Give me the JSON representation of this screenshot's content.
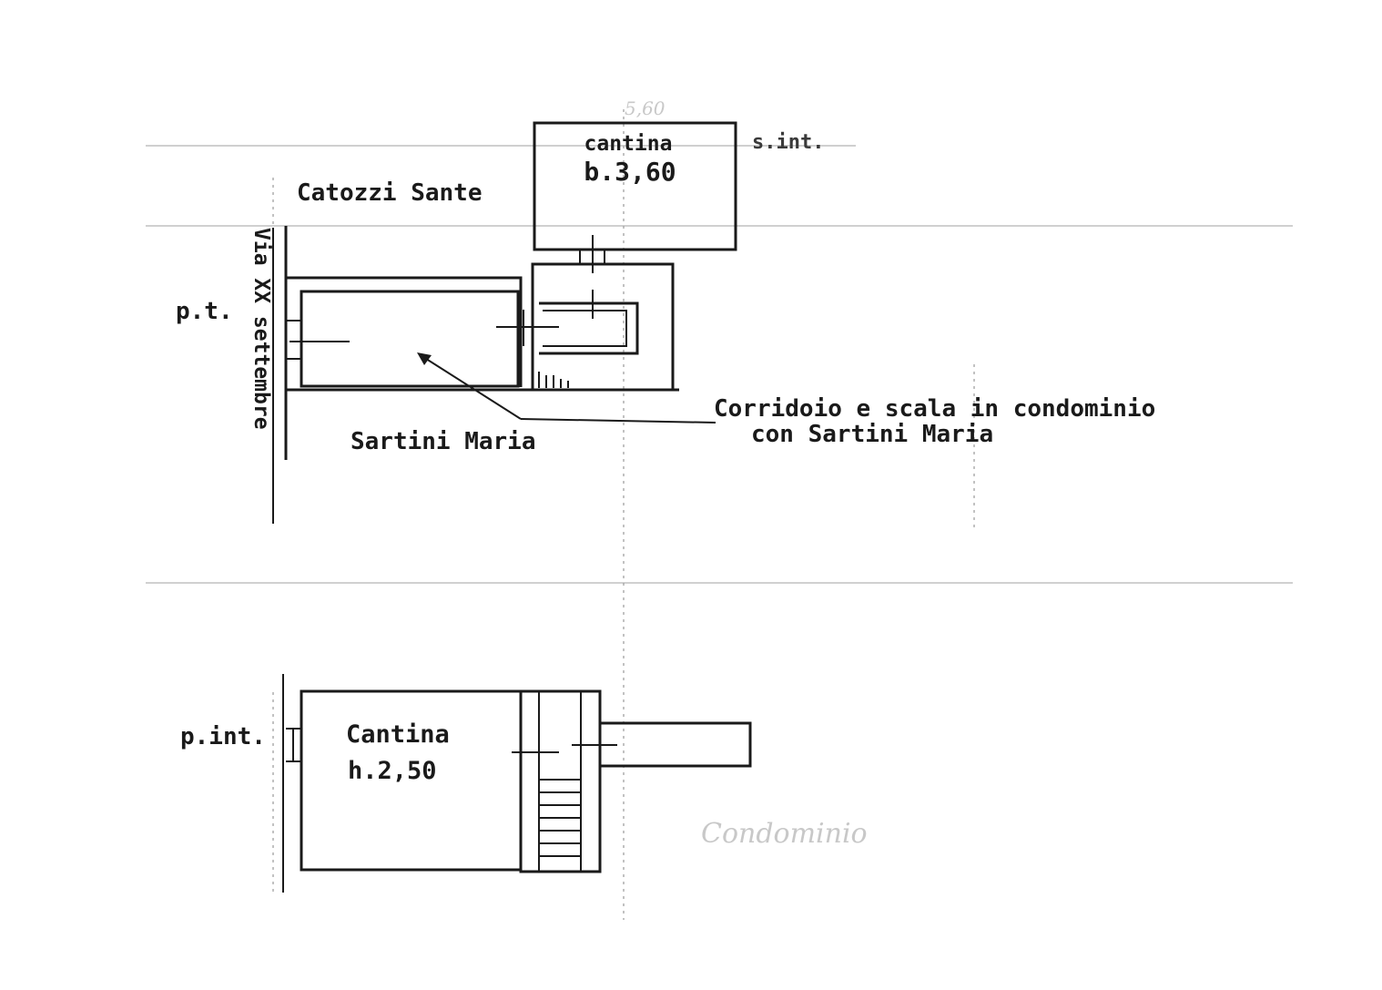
{
  "upper_plan": {
    "cellar_title": "cantina",
    "cellar_height": "b.3,60",
    "floor_right": "s.int.",
    "neighbor_top": "Catozzi Sante",
    "floor_left": "p.t.",
    "street": "Via XX settembre",
    "owner": "Sartini Maria",
    "corridor_line1": "Corridoio e scala in condominio",
    "corridor_line2": "con Sartini Maria",
    "pencil_dimension": "5,60"
  },
  "lower_plan": {
    "floor_left": "p.int.",
    "cellar_title": "Cantina",
    "cellar_height": "h.2,50",
    "pencil_note": "Condominio"
  }
}
